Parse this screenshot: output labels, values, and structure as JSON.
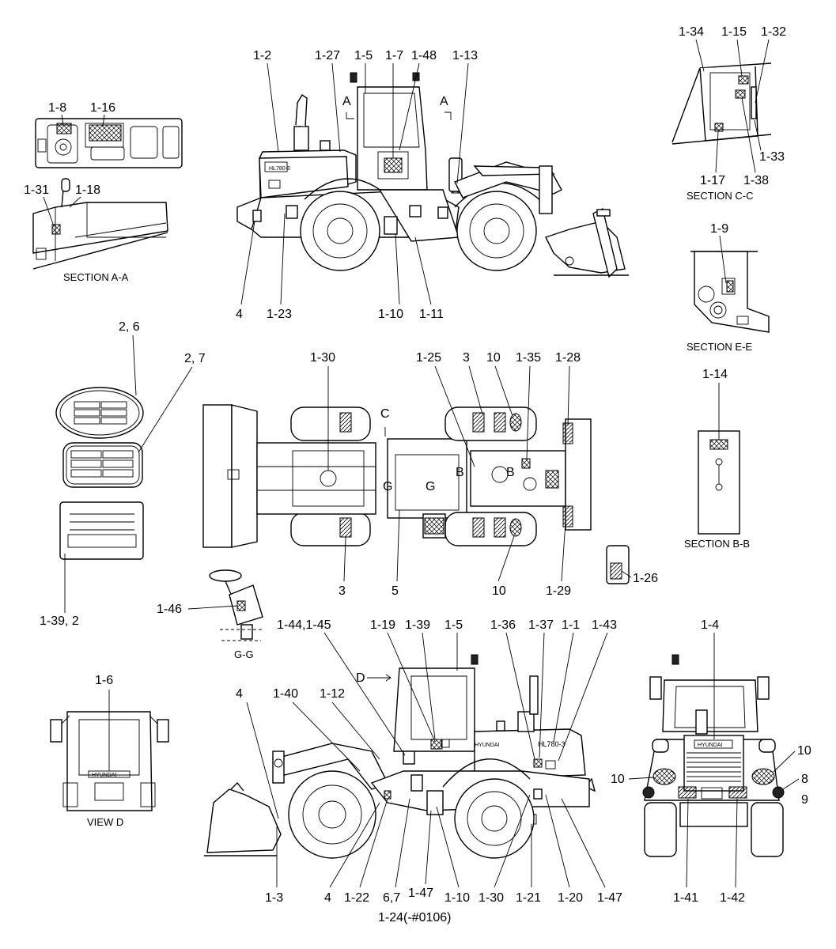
{
  "views": {
    "section_aa": "SECTION A-A",
    "section_cc": "SECTION C-C",
    "section_ee": "SECTION E-E",
    "section_bb": "SECTION B-B",
    "view_d": "VIEW D",
    "gg": "G-G"
  },
  "machine": {
    "model_plate": "HL780-3",
    "brand": "HYUNDAI"
  },
  "section_markers": {
    "a": "A",
    "b": "B",
    "c": "C",
    "d": "D",
    "g": "G"
  },
  "callouts": {
    "side_top": [
      "1-2",
      "1-27",
      "1-5",
      "1-7",
      "1-48",
      "1-13",
      "4",
      "1-23",
      "1-10",
      "1-11"
    ],
    "section_aa": [
      "1-8",
      "1-16",
      "1-31",
      "1-18"
    ],
    "section_cc": [
      "1-34",
      "1-15",
      "1-32",
      "1-33",
      "1-17",
      "1-38"
    ],
    "section_ee": [
      "1-9"
    ],
    "section_bb": [
      "1-14"
    ],
    "plates": [
      "2, 6",
      "2, 7",
      "1-39, 2"
    ],
    "plan": [
      "1-30",
      "1-25",
      "3",
      "10",
      "1-35",
      "1-28",
      "3",
      "5",
      "10",
      "1-29",
      "1-26"
    ],
    "gg": [
      "1-46"
    ],
    "side_bottom": [
      "1-44,1-45",
      "1-19",
      "1-39",
      "1-5",
      "1-36",
      "1-37",
      "1-1",
      "1-43",
      "4",
      "1-40",
      "1-12",
      "1-3",
      "4",
      "1-22",
      "6,7",
      "1-47",
      "1-10",
      "1-30",
      "1-21",
      "1-20",
      "1-47",
      "1-24(-#0106)"
    ],
    "view_d": [
      "1-6"
    ],
    "rear": [
      "1-4",
      "10",
      "10",
      "8",
      "9",
      "1-41",
      "1-42"
    ]
  }
}
